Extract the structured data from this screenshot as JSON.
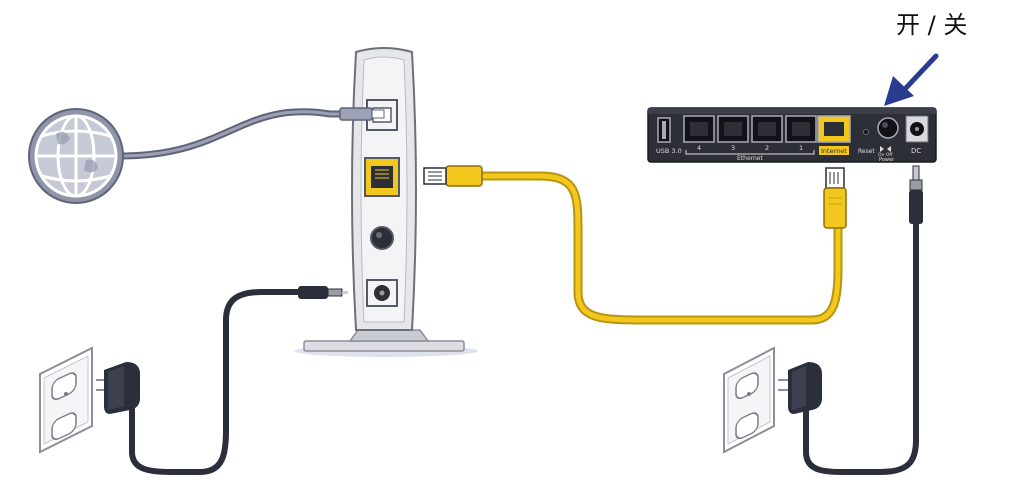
{
  "callout": {
    "text": "开 / 关"
  },
  "router_labels": {
    "usb": "USB 3.0",
    "ports": [
      "4",
      "3",
      "2",
      "1"
    ],
    "ethernet": "Ethernet",
    "internet": "Internet",
    "reset": "Reset",
    "power_state": "On  Off",
    "power": "Power",
    "dc": "DC"
  },
  "colors": {
    "ethernet_cable": "#f2c81e",
    "power_cable": "#2b2e3b",
    "phone_cable": "#7b7f95",
    "arrow": "#2a3c8f",
    "router_body": "#2c2f36",
    "modem_body": "#e6e7ea"
  }
}
